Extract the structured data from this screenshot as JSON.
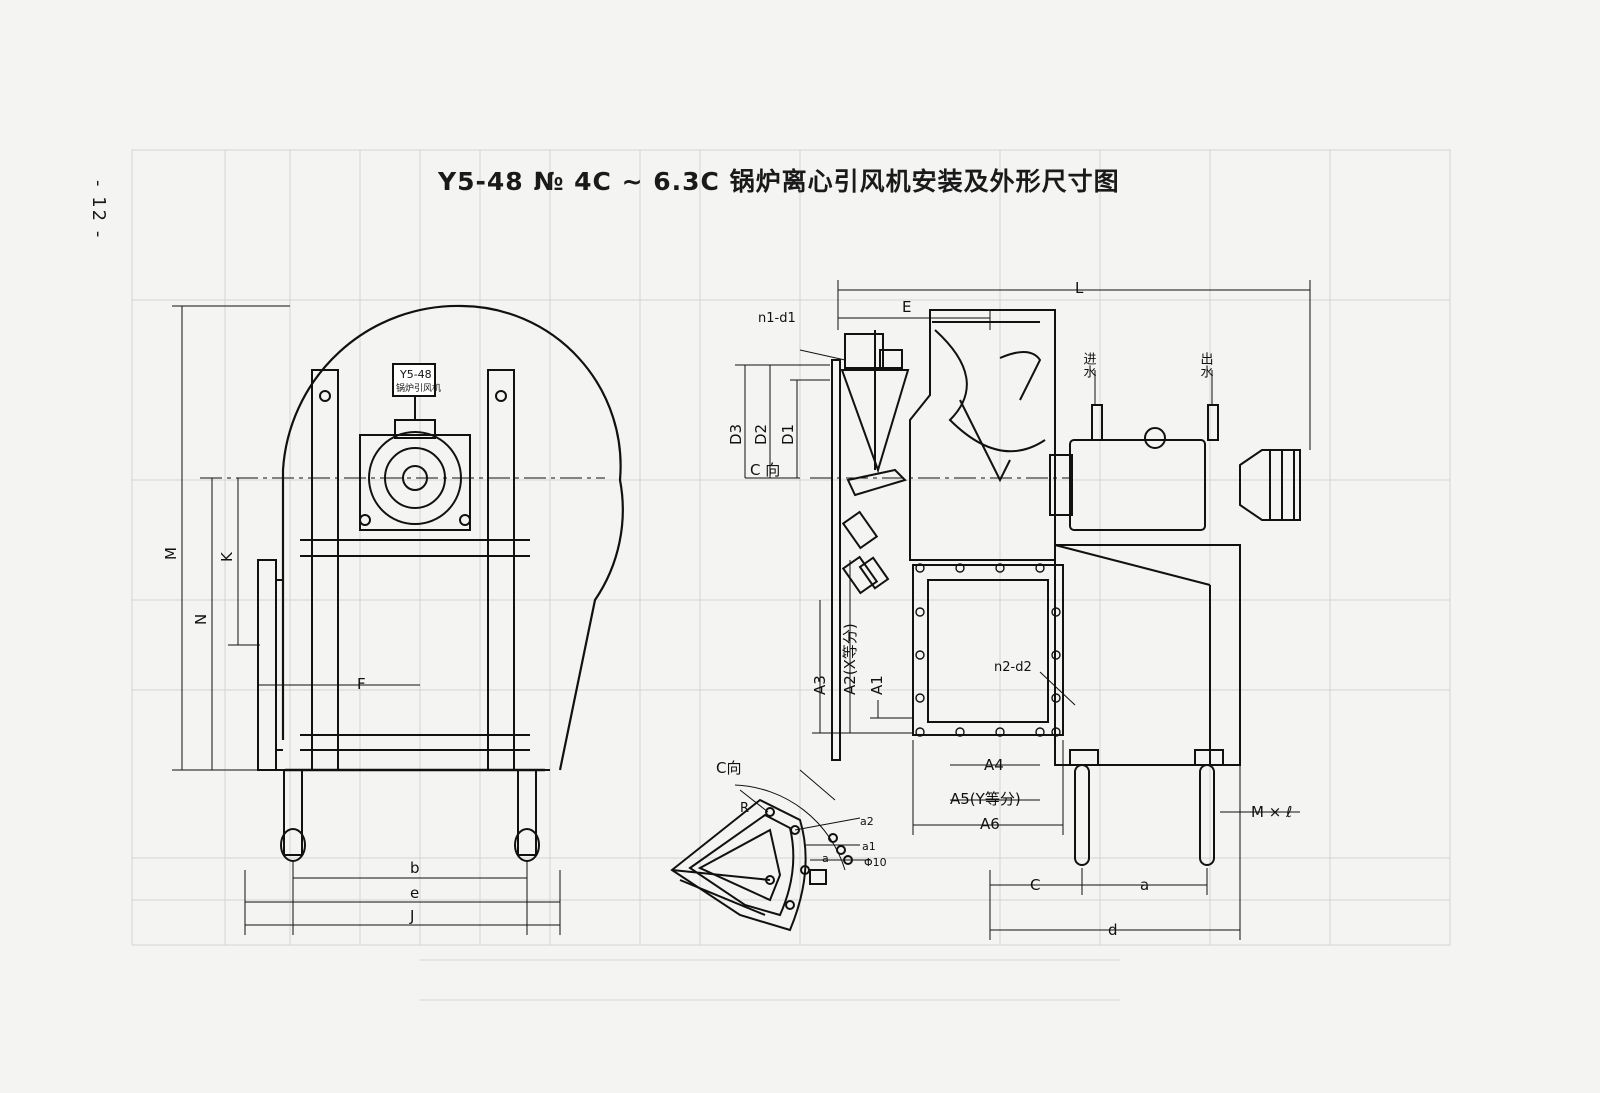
{
  "page": {
    "number": "- 12 -"
  },
  "title": "Y5-48 № 4C ~ 6.3C 锅炉离心引风机安装及外形尺寸图",
  "nameplate": {
    "model": "Y5-48",
    "name": "锅炉引风机"
  },
  "front_view": {
    "labels": {
      "M": "M",
      "N": "N",
      "K": "K",
      "F": "F",
      "b": "b",
      "e": "e",
      "J": "J"
    }
  },
  "side_view": {
    "labels": {
      "L": "L",
      "E": "E",
      "n1d1": "n1-d1",
      "D1": "D1",
      "D2": "D2",
      "D3": "D3",
      "c_dir": "C 向",
      "water_in": "进水",
      "water_out": "出水",
      "A1": "A1",
      "A2": "A2(X等分)",
      "A3": "A3",
      "A4": "A4",
      "A5": "A5(Y等分)",
      "A6": "A6",
      "n2d2": "n2-d2",
      "M_l": "M × ℓ",
      "C": "C",
      "a": "a",
      "d": "d"
    }
  },
  "detail_view": {
    "labels": {
      "c_dir": "C向",
      "R": "R",
      "a2": "a2",
      "a1": "a1",
      "a": "a",
      "phi10": "Φ10"
    }
  }
}
